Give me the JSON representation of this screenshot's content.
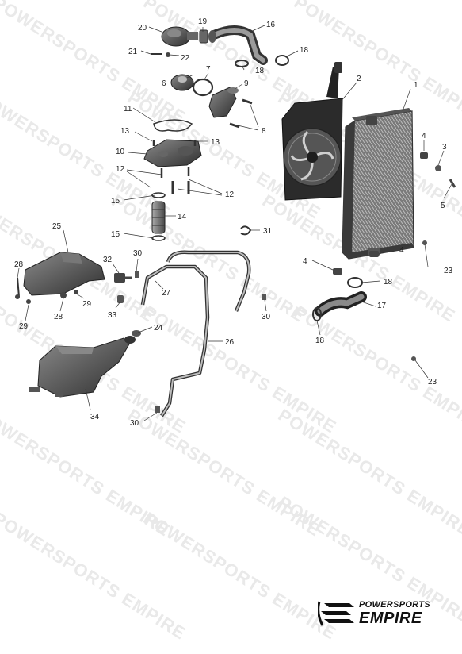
{
  "watermark": {
    "text": "POWERSPORTS EMPIRE"
  },
  "brand": {
    "line1": "POWERSPORTS",
    "line2": "EMPIRE"
  },
  "callouts": {
    "c1": "1",
    "c2": "2",
    "c3": "3",
    "c4a": "4",
    "c4b": "4",
    "c4c": "4",
    "c5": "5",
    "c6": "6",
    "c7": "7",
    "c8": "8",
    "c9": "9",
    "c10": "10",
    "c11": "11",
    "c12a": "12",
    "c12b": "12",
    "c13a": "13",
    "c13b": "13",
    "c14": "14",
    "c15a": "15",
    "c15b": "15",
    "c16": "16",
    "c17": "17",
    "c18a": "18",
    "c18b": "18",
    "c18c": "18",
    "c18d": "18",
    "c19": "19",
    "c20": "20",
    "c21": "21",
    "c22": "22",
    "c23a": "23",
    "c23b": "23",
    "c24": "24",
    "c25": "25",
    "c26": "26",
    "c27": "27",
    "c28a": "28",
    "c28b": "28",
    "c29a": "29",
    "c29b": "29",
    "c30a": "30",
    "c30b": "30",
    "c30c": "30",
    "c31": "31",
    "c32": "32",
    "c33": "33",
    "c34": "34"
  }
}
